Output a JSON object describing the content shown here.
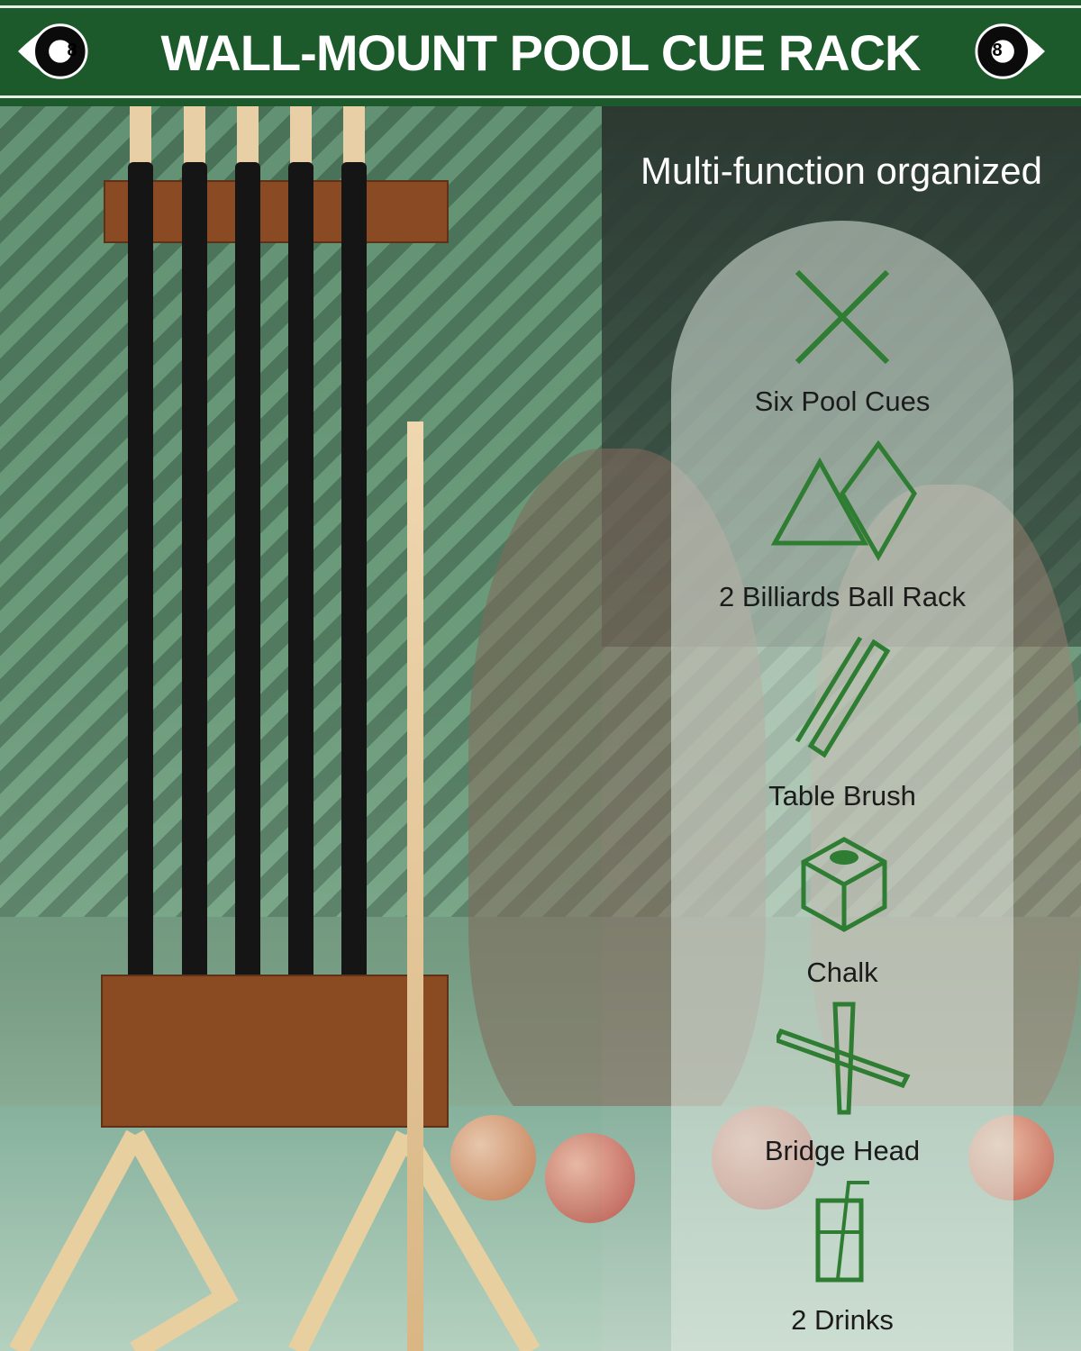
{
  "header": {
    "title": "WALL-MOUNT POOL CUE RACK",
    "ball_number": "8"
  },
  "panel": {
    "subtitle": "Multi-function organized",
    "items": [
      {
        "label": "Six Pool Cues",
        "icon": "crossed-cues-icon"
      },
      {
        "label": "2 Billiards Ball Rack",
        "icon": "ball-racks-icon"
      },
      {
        "label": "Table Brush",
        "icon": "brush-icon"
      },
      {
        "label": "Chalk",
        "icon": "chalk-icon"
      },
      {
        "label": "Bridge Head",
        "icon": "bridge-head-icon"
      },
      {
        "label": "2 Drinks",
        "icon": "drink-icon"
      }
    ]
  },
  "colors": {
    "header_green": "#1c5a2c",
    "icon_green": "#2e7d32",
    "wood": "#8a4a24"
  }
}
